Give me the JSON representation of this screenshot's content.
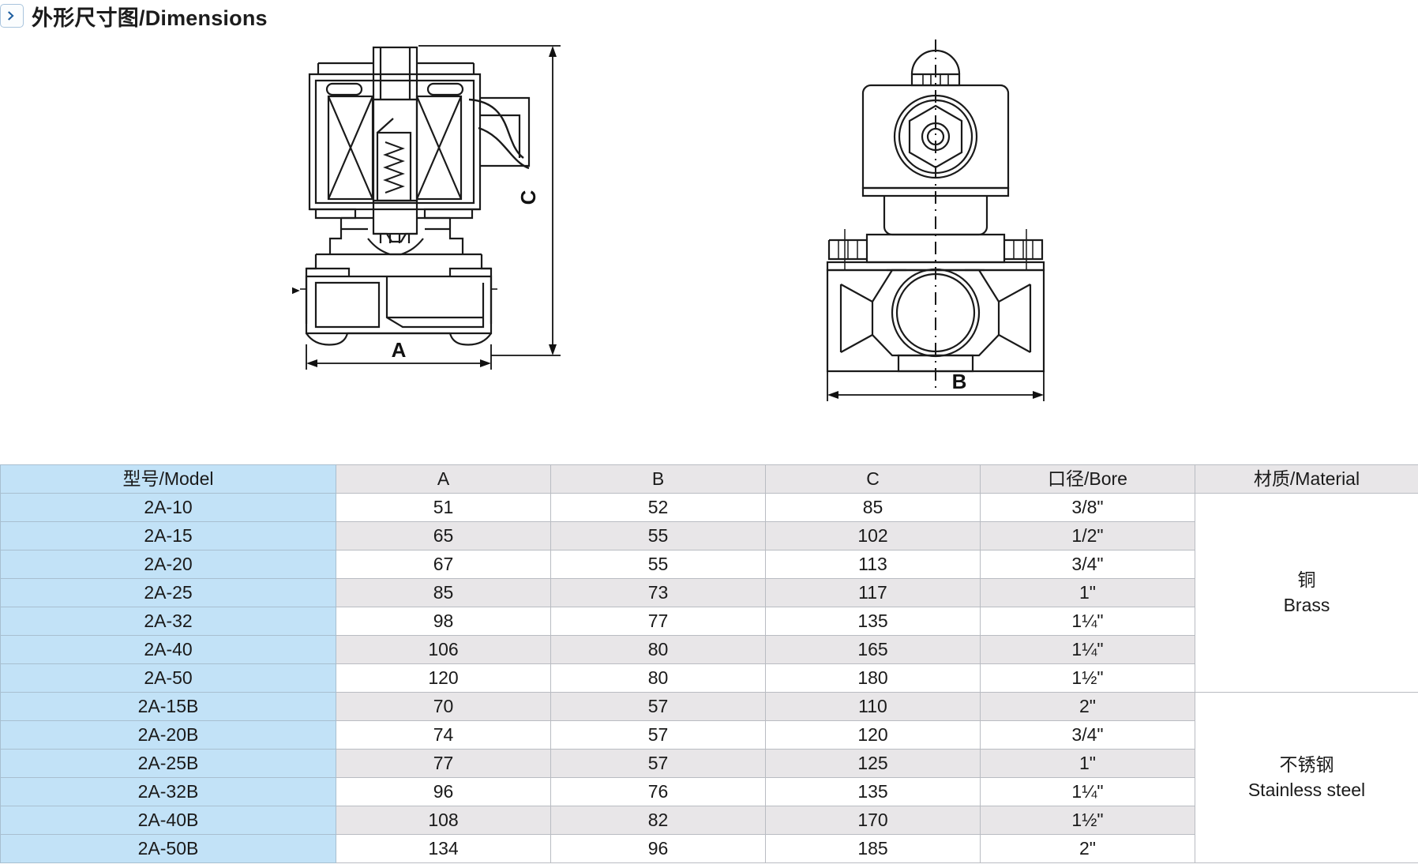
{
  "header": {
    "icon": "chevron-right-icon",
    "title": "外形尺寸图/Dimensions"
  },
  "drawings": {
    "left_view": {
      "name": "solenoid-valve-cross-section-side-view",
      "dimension_labels": [
        "A",
        "C"
      ],
      "flow_arrow": "inlet-flow-arrow"
    },
    "right_view": {
      "name": "solenoid-valve-front-view",
      "dimension_labels": [
        "B"
      ],
      "centerline": "vertical-dash-dot-centerline"
    }
  },
  "table": {
    "columns": [
      "型号/Model",
      "A",
      "B",
      "C",
      "口径/Bore",
      "材质/Material"
    ],
    "rows": [
      {
        "model": "2A-10",
        "a": "51",
        "b": "52",
        "c": "85",
        "bore": "3/8\""
      },
      {
        "model": "2A-15",
        "a": "65",
        "b": "55",
        "c": "102",
        "bore": "1/2\""
      },
      {
        "model": "2A-20",
        "a": "67",
        "b": "55",
        "c": "113",
        "bore": "3/4\""
      },
      {
        "model": "2A-25",
        "a": "85",
        "b": "73",
        "c": "117",
        "bore": "1\""
      },
      {
        "model": "2A-32",
        "a": "98",
        "b": "77",
        "c": "135",
        "bore": "1¼\""
      },
      {
        "model": "2A-40",
        "a": "106",
        "b": "80",
        "c": "165",
        "bore": "1¼\""
      },
      {
        "model": "2A-50",
        "a": "120",
        "b": "80",
        "c": "180",
        "bore": "1½\""
      },
      {
        "model": "2A-15B",
        "a": "70",
        "b": "57",
        "c": "110",
        "bore": "2\""
      },
      {
        "model": "2A-20B",
        "a": "74",
        "b": "57",
        "c": "120",
        "bore": "3/4\""
      },
      {
        "model": "2A-25B",
        "a": "77",
        "b": "57",
        "c": "125",
        "bore": "1\""
      },
      {
        "model": "2A-32B",
        "a": "96",
        "b": "76",
        "c": "135",
        "bore": "1¼\""
      },
      {
        "model": "2A-40B",
        "a": "108",
        "b": "82",
        "c": "170",
        "bore": "1½\""
      },
      {
        "model": "2A-50B",
        "a": "134",
        "b": "96",
        "c": "185",
        "bore": "2\""
      }
    ],
    "materials": [
      {
        "cn": "铜",
        "en": "Brass",
        "rowspan": 7
      },
      {
        "cn": "不锈钢",
        "en": "Stainless steel",
        "rowspan": 6
      }
    ]
  },
  "colors": {
    "model_column_bg": "#c2e2f7",
    "header_bg": "#e8e6e8",
    "stripe_bg": "#e8e6e8",
    "border": "#b9bcc2",
    "icon_blue": "#1f5fa0",
    "text": "#1a1a1a"
  }
}
